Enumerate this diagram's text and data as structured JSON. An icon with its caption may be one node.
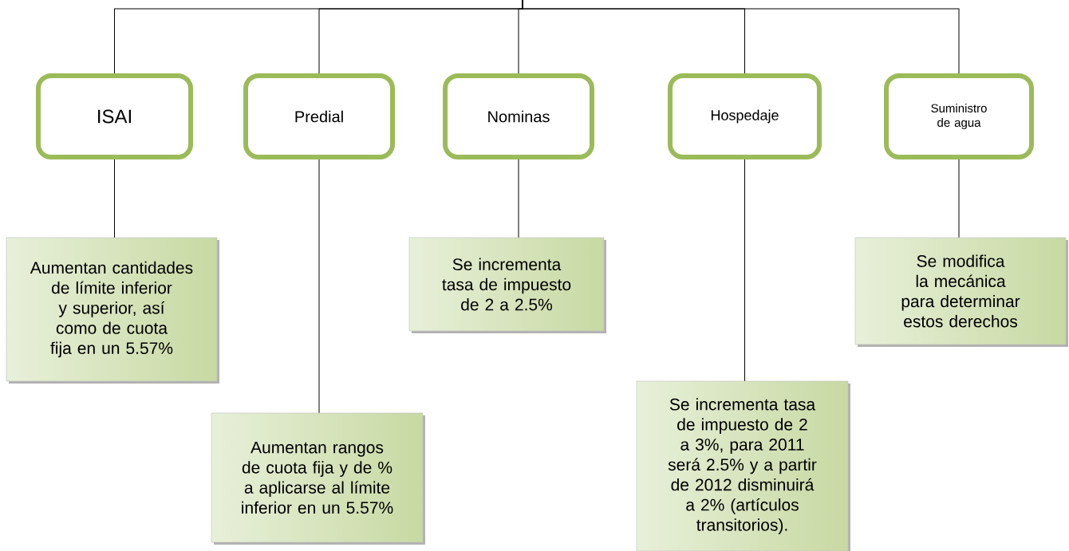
{
  "diagram": {
    "nodes": [
      {
        "text": [
          "ISAI"
        ]
      },
      {
        "text": [
          "Predial"
        ]
      },
      {
        "text": [
          "Nominas"
        ]
      },
      {
        "text": [
          "Hospedaje"
        ]
      },
      {
        "text": [
          "Suministro de agua"
        ]
      },
      {
        "text": [
          "Aumentan cantidades de límite inferior y superior, así como de cuota fija en un 5.57%"
        ]
      },
      {
        "text": [
          "Aumentan rangos de cuota fija y de % a aplicarse al límite inferior en un 5.57%"
        ]
      },
      {
        "text": [
          "Se incrementa tasa de impuesto de 2 a 2.5%"
        ]
      },
      {
        "text": [
          "Se incrementa tasa de impuesto de 2 a 3%, para 2011 será 2.5% y a partir de 2012 disminuirá a 2% (artículos transitorios)."
        ]
      },
      {
        "text": [
          "Se modifica la mecánica para determinar estos derechos"
        ]
      }
    ],
    "edges": [
      {
        "from": null,
        "to": 0,
        "arrow": "none"
      },
      {
        "from": null,
        "to": 1,
        "arrow": "none"
      },
      {
        "from": null,
        "to": 2,
        "arrow": "none"
      },
      {
        "from": null,
        "to": 3,
        "arrow": "none"
      },
      {
        "from": null,
        "to": 4,
        "arrow": "none"
      },
      {
        "from": 0,
        "to": 5,
        "arrow": "none"
      },
      {
        "from": 1,
        "to": 6,
        "arrow": "none"
      },
      {
        "from": 2,
        "to": 7,
        "arrow": "none"
      },
      {
        "from": 3,
        "to": 8,
        "arrow": "none"
      },
      {
        "from": 4,
        "to": 9,
        "arrow": "none"
      }
    ]
  }
}
